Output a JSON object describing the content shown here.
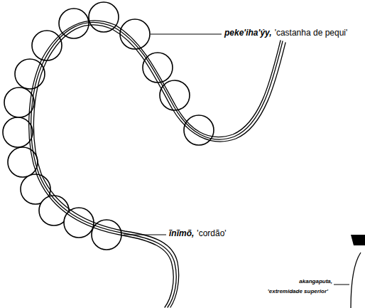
{
  "diagram": {
    "labels": [
      "peke'iha'ýy,",
      "'castanha de pequi'",
      "ĩnĩmõ,",
      "'cordão'",
      "akangaputa,",
      "'extremidade superior'"
    ]
  }
}
